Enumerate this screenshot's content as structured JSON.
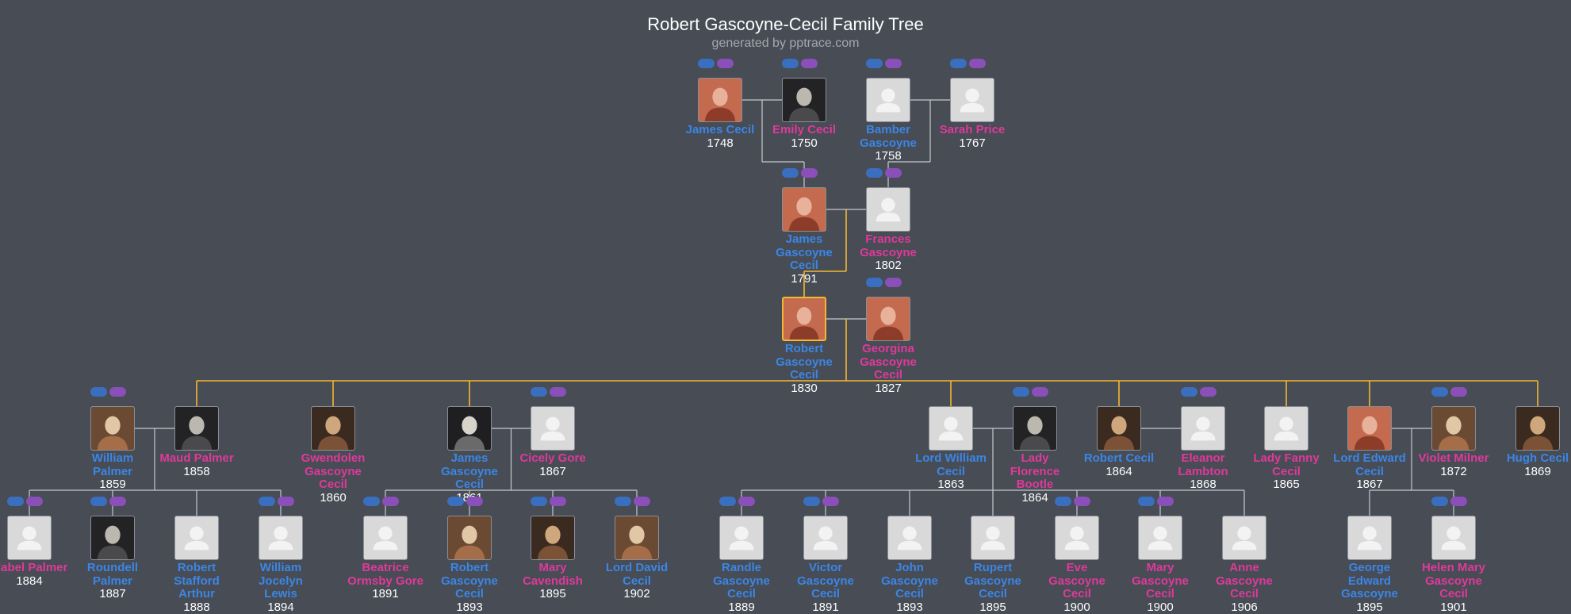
{
  "header": {
    "title": "Robert Gascoyne-Cecil Family Tree",
    "subtitle": "generated by pptrace.com"
  },
  "colors": {
    "background": "#474c55",
    "male": "#3b86e6",
    "female": "#e0399a",
    "selected": "#f5b82e",
    "link": "#c7c9cd"
  },
  "people": [
    {
      "id": "james_cecil_1748",
      "name": "James Cecil",
      "year": "1748",
      "gender": "m",
      "photo": "portrait-photo",
      "ctrls": true
    },
    {
      "id": "emily_cecil",
      "name": "Emily Cecil",
      "year": "1750",
      "gender": "f",
      "photo": "portrait-photo",
      "ctrls": true
    },
    {
      "id": "bamber_gascoyne",
      "name": "Bamber Gascoyne",
      "year": "1758",
      "gender": "m",
      "photo": "placeholder",
      "ctrls": true
    },
    {
      "id": "sarah_price",
      "name": "Sarah Price",
      "year": "1767",
      "gender": "f",
      "photo": "placeholder",
      "ctrls": true
    },
    {
      "id": "james_gascoyne_cecil_1791",
      "name": "James Gascoyne Cecil",
      "year": "1791",
      "gender": "m",
      "photo": "portrait-photo",
      "ctrls": true
    },
    {
      "id": "frances_gascoyne",
      "name": "Frances Gascoyne",
      "year": "1802",
      "gender": "f",
      "photo": "placeholder",
      "ctrls": true
    },
    {
      "id": "robert_gascoyne_cecil_1830",
      "name": "Robert Gascoyne Cecil",
      "year": "1830",
      "gender": "m",
      "photo": "portrait-photo",
      "ctrls": false,
      "selected": true
    },
    {
      "id": "georgina",
      "name": "Georgina Gascoyne Cecil",
      "year": "1827",
      "gender": "f",
      "photo": "portrait-photo",
      "ctrls": true
    },
    {
      "id": "william_palmer",
      "name": "William Palmer",
      "year": "1859",
      "gender": "m",
      "photo": "portrait-photo",
      "ctrls": true
    },
    {
      "id": "maud_palmer",
      "name": "Maud Palmer",
      "year": "1858",
      "gender": "f",
      "photo": "portrait-photo",
      "ctrls": false
    },
    {
      "id": "gwendolen",
      "name": "Gwendolen Gascoyne Cecil",
      "year": "1860",
      "gender": "f",
      "photo": "portrait-photo",
      "ctrls": false
    },
    {
      "id": "james_gascoyne_cecil_1861",
      "name": "James Gascoyne Cecil",
      "year": "1861",
      "gender": "m",
      "photo": "portrait-photo",
      "ctrls": false
    },
    {
      "id": "cicely_gore",
      "name": "Cicely Gore",
      "year": "1867",
      "gender": "f",
      "photo": "placeholder",
      "ctrls": true
    },
    {
      "id": "lord_william_cecil",
      "name": "Lord William Cecil",
      "year": "1863",
      "gender": "m",
      "photo": "placeholder",
      "ctrls": false
    },
    {
      "id": "lady_florence_bootle",
      "name": "Lady Florence Bootle",
      "year": "1864",
      "gender": "f",
      "photo": "portrait-photo",
      "ctrls": true
    },
    {
      "id": "robert_cecil_1864",
      "name": "Robert Cecil",
      "year": "1864",
      "gender": "m",
      "photo": "portrait-photo",
      "ctrls": false
    },
    {
      "id": "eleanor_lambton",
      "name": "Eleanor Lambton",
      "year": "1868",
      "gender": "f",
      "photo": "placeholder",
      "ctrls": true
    },
    {
      "id": "lady_fanny_cecil",
      "name": "Lady Fanny Cecil",
      "year": "1865",
      "gender": "f",
      "photo": "placeholder",
      "ctrls": false
    },
    {
      "id": "lord_edward_cecil",
      "name": "Lord Edward Cecil",
      "year": "1867",
      "gender": "m",
      "photo": "portrait-photo",
      "ctrls": false
    },
    {
      "id": "violet_milner",
      "name": "Violet Milner",
      "year": "1872",
      "gender": "f",
      "photo": "portrait-photo",
      "ctrls": true
    },
    {
      "id": "hugh_cecil",
      "name": "Hugh Cecil",
      "year": "1869",
      "gender": "m",
      "photo": "portrait-photo",
      "ctrls": false
    },
    {
      "id": "mabel_palmer",
      "name": "Mabel Palmer",
      "year": "1884",
      "gender": "f",
      "photo": "placeholder",
      "ctrls": true
    },
    {
      "id": "roundell_palmer",
      "name": "Roundell Palmer",
      "year": "1887",
      "gender": "m",
      "photo": "portrait-photo",
      "ctrls": true
    },
    {
      "id": "robert_stafford_arthur",
      "name": "Robert Stafford Arthur",
      "year": "1888",
      "gender": "m",
      "photo": "placeholder",
      "ctrls": false
    },
    {
      "id": "william_jocelyn_lewis",
      "name": "William Jocelyn Lewis",
      "year": "1894",
      "gender": "m",
      "photo": "placeholder",
      "ctrls": true
    },
    {
      "id": "beatrice_ormsby_gore",
      "name": "Beatrice Ormsby Gore",
      "year": "1891",
      "gender": "f",
      "photo": "placeholder",
      "ctrls": true
    },
    {
      "id": "robert_gascoyne_cecil_1893",
      "name": "Robert Gascoyne Cecil",
      "year": "1893",
      "gender": "m",
      "photo": "portrait-photo",
      "ctrls": true
    },
    {
      "id": "mary_cavendish",
      "name": "Mary Cavendish",
      "year": "1895",
      "gender": "f",
      "photo": "portrait-photo",
      "ctrls": true
    },
    {
      "id": "lord_david_cecil",
      "name": "Lord David Cecil",
      "year": "1902",
      "gender": "m",
      "photo": "portrait-photo",
      "ctrls": true
    },
    {
      "id": "randle",
      "name": "Randle Gascoyne Cecil",
      "year": "1889",
      "gender": "m",
      "photo": "placeholder",
      "ctrls": true
    },
    {
      "id": "victor",
      "name": "Victor Gascoyne Cecil",
      "year": "1891",
      "gender": "m",
      "photo": "placeholder",
      "ctrls": true
    },
    {
      "id": "john",
      "name": "John Gascoyne Cecil",
      "year": "1893",
      "gender": "m",
      "photo": "placeholder",
      "ctrls": false
    },
    {
      "id": "rupert",
      "name": "Rupert Gascoyne Cecil",
      "year": "1895",
      "gender": "m",
      "photo": "placeholder",
      "ctrls": false
    },
    {
      "id": "eve",
      "name": "Eve Gascoyne Cecil",
      "year": "1900",
      "gender": "f",
      "photo": "placeholder",
      "ctrls": true
    },
    {
      "id": "mary_1900",
      "name": "Mary Gascoyne Cecil",
      "year": "1900",
      "gender": "f",
      "photo": "placeholder",
      "ctrls": true
    },
    {
      "id": "anne",
      "name": "Anne Gascoyne Cecil",
      "year": "1906",
      "gender": "f",
      "photo": "placeholder",
      "ctrls": false
    },
    {
      "id": "george_edward",
      "name": "George Edward Gascoyne",
      "year": "1895",
      "gender": "m",
      "photo": "placeholder",
      "ctrls": false
    },
    {
      "id": "helen_mary",
      "name": "Helen Mary Gascoyne Cecil",
      "year": "1901",
      "gender": "f",
      "photo": "placeholder",
      "ctrls": true
    }
  ],
  "couples": [
    {
      "a": "james_cecil_1748",
      "b": "emily_cecil"
    },
    {
      "a": "bamber_gascoyne",
      "b": "sarah_price"
    },
    {
      "a": "james_gascoyne_cecil_1791",
      "b": "frances_gascoyne"
    },
    {
      "a": "robert_gascoyne_cecil_1830",
      "b": "georgina"
    },
    {
      "a": "william_palmer",
      "b": "maud_palmer"
    },
    {
      "a": "james_gascoyne_cecil_1861",
      "b": "cicely_gore"
    },
    {
      "a": "lord_william_cecil",
      "b": "lady_florence_bootle"
    },
    {
      "a": "robert_cecil_1864",
      "b": "eleanor_lambton"
    },
    {
      "a": "lord_edward_cecil",
      "b": "violet_milner"
    }
  ],
  "families": [
    {
      "parents": [
        "james_cecil_1748",
        "emily_cecil"
      ],
      "children": [
        "james_gascoyne_cecil_1791"
      ],
      "line": "plain"
    },
    {
      "parents": [
        "bamber_gascoyne",
        "sarah_price"
      ],
      "children": [
        "frances_gascoyne"
      ],
      "line": "plain"
    },
    {
      "parents": [
        "james_gascoyne_cecil_1791",
        "frances_gascoyne"
      ],
      "children": [
        "robert_gascoyne_cecil_1830"
      ],
      "line": "highlight"
    },
    {
      "parents": [
        "robert_gascoyne_cecil_1830",
        "georgina"
      ],
      "children": [
        "maud_palmer",
        "gwendolen",
        "james_gascoyne_cecil_1861",
        "lord_william_cecil",
        "robert_cecil_1864",
        "lady_fanny_cecil",
        "lord_edward_cecil",
        "hugh_cecil"
      ],
      "line": "highlight"
    },
    {
      "parents": [
        "william_palmer",
        "maud_palmer"
      ],
      "children": [
        "mabel_palmer",
        "roundell_palmer",
        "robert_stafford_arthur",
        "william_jocelyn_lewis"
      ],
      "line": "plain"
    },
    {
      "parents": [
        "james_gascoyne_cecil_1861",
        "cicely_gore"
      ],
      "children": [
        "beatrice_ormsby_gore",
        "robert_gascoyne_cecil_1893",
        "mary_cavendish",
        "lord_david_cecil"
      ],
      "line": "plain"
    },
    {
      "parents": [
        "lord_william_cecil",
        "lady_florence_bootle"
      ],
      "children": [
        "randle",
        "victor",
        "john",
        "rupert",
        "eve",
        "mary_1900",
        "anne"
      ],
      "line": "plain"
    },
    {
      "parents": [
        "lord_edward_cecil",
        "violet_milner"
      ],
      "children": [
        "george_edward",
        "helen_mary"
      ],
      "line": "plain"
    }
  ]
}
